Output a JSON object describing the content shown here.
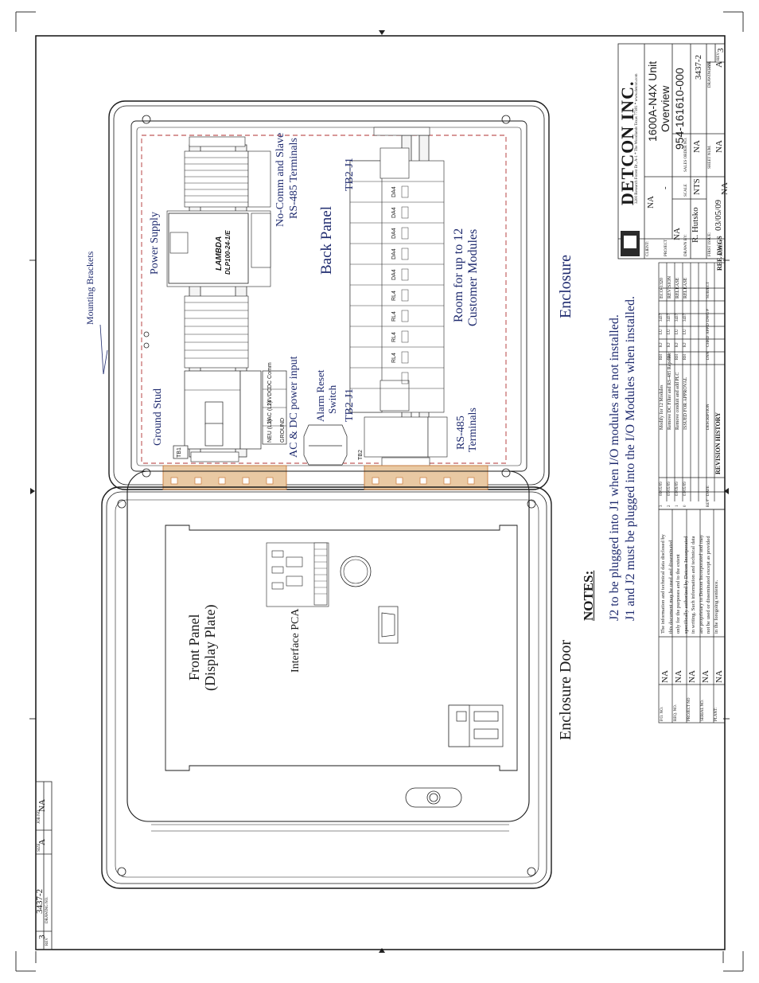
{
  "drawing": {
    "company": "DETCON INC.",
    "address": "3200 Research Forest Dr., A-1 * The Woodlands Texas 77381 * www.detcon.com",
    "client_label": "CLIENT:",
    "client_value": "NA",
    "client_dash": "-",
    "title_line1": "1600A-N4X Unit",
    "title_line2": "Overview",
    "title_line3": "954-161610-000",
    "project_label": "PROJECT",
    "project_value": "NA",
    "scale_label": "SCALE",
    "scale_value": "NTS",
    "sales_order_label": "SALES ORDER NO.",
    "sales_order_value": "NA",
    "drawn_by_label": "DRAWN BY:",
    "drawn_by_value": "R. Hutsko",
    "sheet_label": "SHEET NUM.",
    "sheet_value": "NA",
    "first_issue_label": "FIRST ISSUE:",
    "first_issue_value": "03/05/09",
    "subject_label": "SUBJECT",
    "subject_value": "NA",
    "drawing_no_label": "DRAWING NO.",
    "drawing_no_value": "3437-2",
    "size_label": "SIZE",
    "size_value": "A",
    "rev_label": "REV",
    "rev_value": "3"
  },
  "left_block": {
    "job_no_label": "JOB NO.",
    "job_no_value": "NA",
    "size_label": "SIZE",
    "size_value": "A",
    "drawing_no_label": "DRAWING NO.",
    "drawing_no_value": "3437-2",
    "rev_label": "REV",
    "rev_value": "3"
  },
  "info_table": [
    {
      "label": "P.O. NO.",
      "value": "NA"
    },
    {
      "label": "REQ. NO.",
      "value": "NA"
    },
    {
      "label": "PROJECT NO",
      "value": "NA"
    },
    {
      "label": "SERIAL NO.",
      "value": "NA"
    },
    {
      "label": "PLANT:",
      "value": "NA"
    }
  ],
  "disclaimer": [
    "The information and technical data disclosed by",
    "this document may be used and disseminated",
    "only for the purposes and to the extent",
    "specifically authorized by Detcon Incorporated",
    "in writing. Such information and technical data",
    "are proprietary to Detcon Incorporated and may",
    "not be used or disseminated except as provided",
    "in the foregoing sentence."
  ],
  "revisions": {
    "header": [
      "REV",
      "DATE",
      "DESCRIPTION",
      "DSN",
      "CHKD",
      "APP'D",
      "DWG #",
      "SUBJECT"
    ],
    "rows": [
      [
        "3",
        "06/05/09",
        "Modify for 12 Modules",
        "RH",
        "KJ",
        "LU",
        "3437",
        "ECO-1320"
      ],
      [
        "2",
        "05/05/09",
        "Remove DC Filter and RS-485 Repeater",
        "RH",
        "KJ",
        "LU",
        "3437",
        "REVISION"
      ],
      [
        "1",
        "03/09/09",
        "Remove conduit and add PLC",
        "RH",
        "KJ",
        "LU",
        "3437",
        "RELEASE"
      ],
      [
        "0",
        "03/05/09",
        "ISSUED FOR APPROVAL",
        "RH",
        "KJ",
        "LU",
        "3437",
        "RELEASE"
      ]
    ],
    "title": "REVISION HISTORY",
    "ref_label": "REF. DWGS"
  },
  "labels": {
    "mounting_brackets": "Mounting Brackets",
    "power_supply": "Power Supply",
    "no_comm_slave_1": "No-Comm and Slave",
    "no_comm_slave_2": "RS-485 Terminals",
    "back_panel": "Back Panel",
    "room_for_1": "Room for up to 12",
    "room_for_2": "Customer Modules",
    "tb2_j1_top": "TB2-J1",
    "tb2_j1_bottom": "TB2-J1",
    "ground_stud": "Ground Stud",
    "ac_dc": "AC & DC power input",
    "alarm_reset_1": "Alarm Reset",
    "alarm_reset_2": "Switch",
    "rs485_1": "RS-485",
    "rs485_2": "Terminals",
    "enclosure": "Enclosure",
    "enclosure_door": "Enclosure Door",
    "front_panel_1": "Front Panel",
    "front_panel_2": "(Display Plate)",
    "interface_pca": "Interface PCA",
    "notes_title": "NOTES:",
    "note1": "J2 to be plugged into J1 when I/O modules are not installed.",
    "note2": "J1 and J2 must be plugged into the I/O Modules when installed.",
    "tb1": "TB1",
    "tb3": "TB2",
    "lambda": "LAMBDA",
    "psu_model": "DLP100-24-1/E",
    "module_tag": "DA4",
    "module_tag_alt": "RL4",
    "fuse_24v": "24VDC",
    "fuse_vac": "VAC (L1)",
    "fuse_neu": "NEU (L2)",
    "fuse_gnd": "GROUND",
    "dc_comm": "DC Comm"
  },
  "colors": {
    "ink": "#1a1a1a",
    "navy": "#1e2a6e",
    "bracket": "#c87a3c",
    "dashed_red": "#b03030"
  }
}
